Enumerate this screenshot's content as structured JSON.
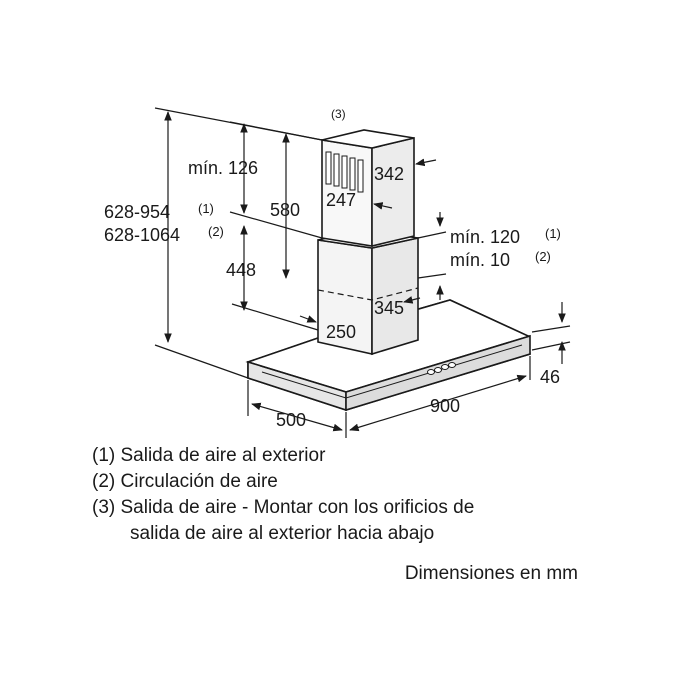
{
  "diagram": {
    "chimney_note_label": "(3)",
    "dimensions": {
      "min_top": "mín. 126",
      "upper_height": "580",
      "upper_section_height": "448",
      "total_height_1": "628-954",
      "total_height_1_note": "(1)",
      "total_height_2": "628-1064",
      "total_height_2_note": "(2)",
      "chimney_width": "342",
      "chimney_depth": "247",
      "min_gap_1": "mín. 120",
      "min_gap_1_note": "(1)",
      "min_gap_2": "mín. 10",
      "min_gap_2_note": "(2)",
      "lower_chimney_width": "345",
      "lower_chimney_depth": "250",
      "hood_thickness": "46",
      "hood_depth": "500",
      "hood_width": "900"
    }
  },
  "legend": {
    "items": [
      {
        "lines": [
          "(1) Salida de aire al exterior"
        ]
      },
      {
        "lines": [
          "(2) Circulación de aire"
        ]
      },
      {
        "lines": [
          "(3) Salida de aire - Montar con los orificios de",
          "salida de aire al exterior hacia abajo"
        ]
      }
    ]
  },
  "units_note": "Dimensiones en mm"
}
